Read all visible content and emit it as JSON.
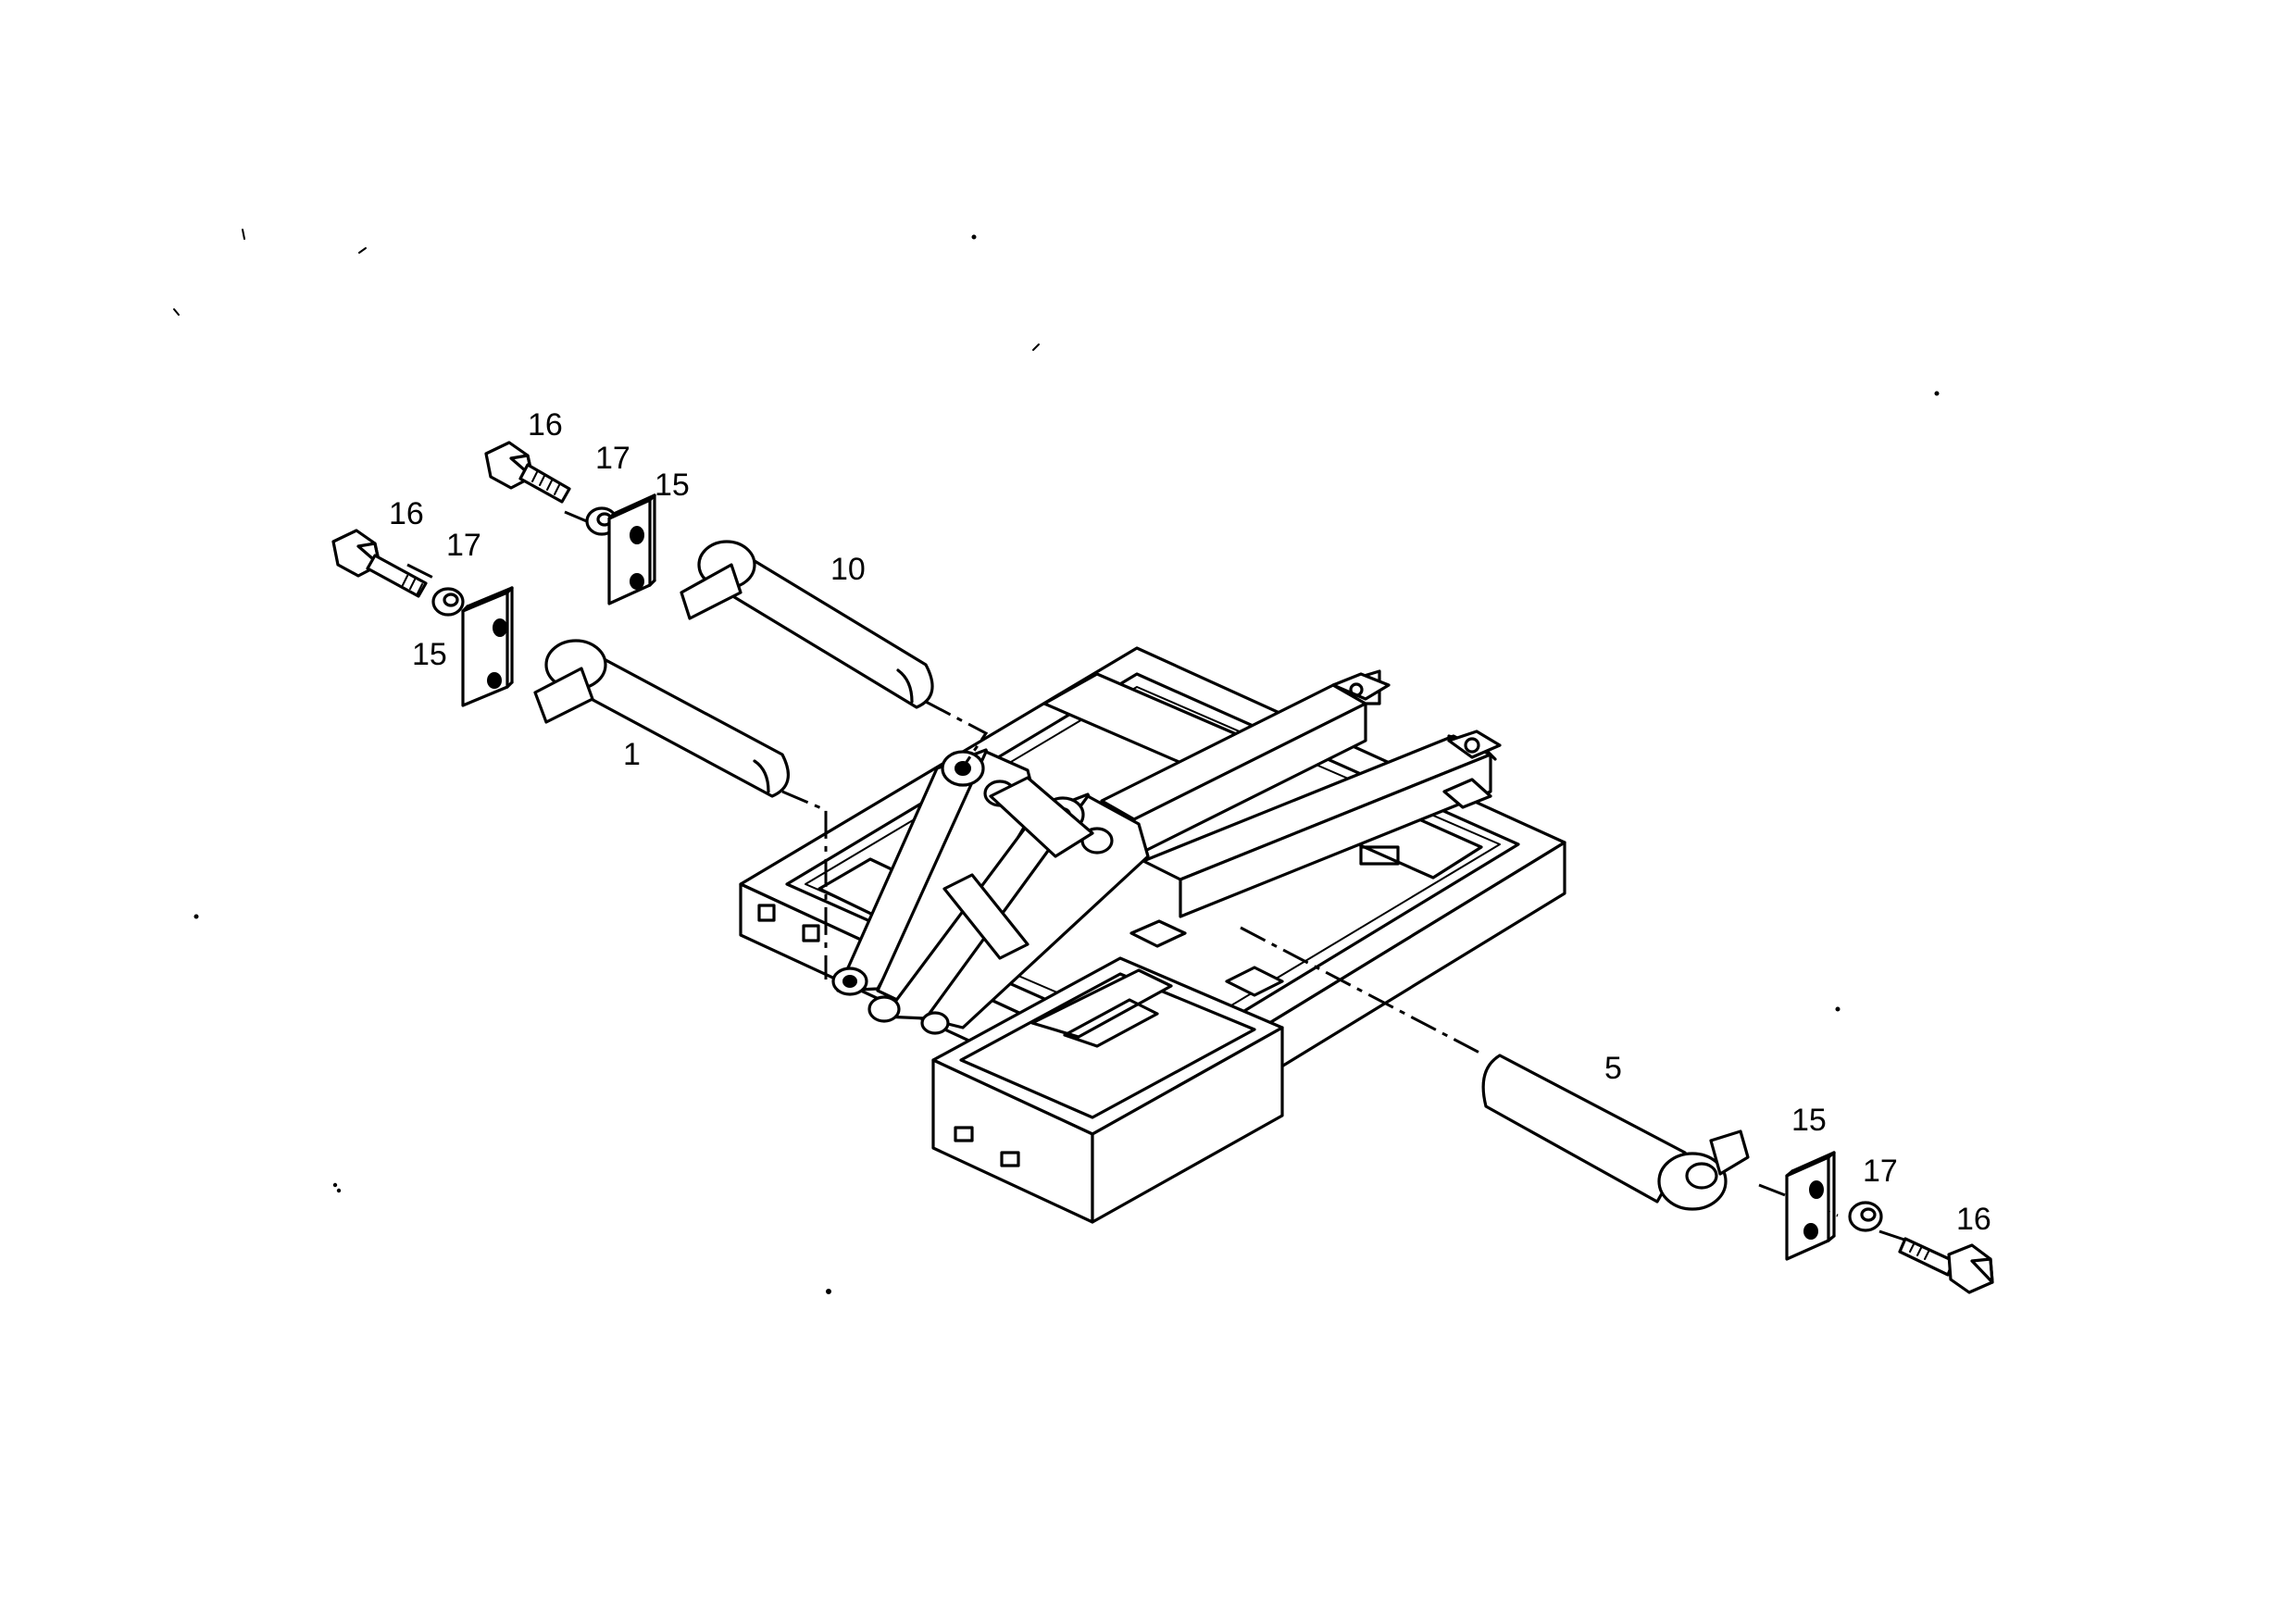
{
  "callouts": {
    "c16_top": "16",
    "c17_top": "17",
    "c15_top": "15",
    "c16_left": "16",
    "c17_left": "17",
    "c15_left": "15",
    "c10": "10",
    "c1": "1",
    "c5": "5",
    "c15_right": "15",
    "c17_right": "17",
    "c16_right": "16"
  }
}
